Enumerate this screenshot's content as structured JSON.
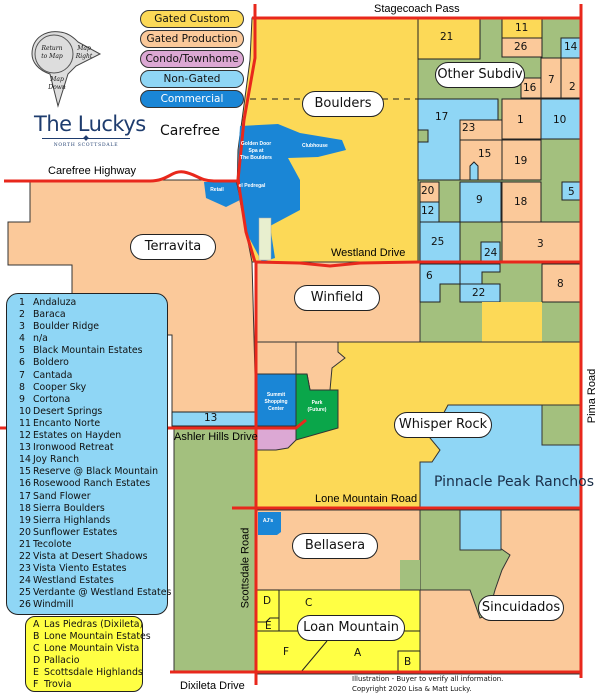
{
  "colors": {
    "gated_custom": "#fcd957",
    "gated_production": "#fbc99a",
    "condo_townhome": "#dca8d4",
    "non_gated": "#8fd6f5",
    "commercial": "#1a86d6",
    "open_land": "#a3c07e",
    "park": "#0aa64a",
    "lettered_area": "#ffff44",
    "road": "#e8281c"
  },
  "legend": {
    "categories": [
      {
        "label": "Gated Custom",
        "color": "#fcd957",
        "text_color": "#111111"
      },
      {
        "label": "Gated Production",
        "color": "#fbc99a",
        "text_color": "#111111"
      },
      {
        "label": "Condo/Townhome",
        "color": "#dca8d4",
        "text_color": "#111111"
      },
      {
        "label": "Non-Gated",
        "color": "#8fd6f5",
        "text_color": "#111111"
      },
      {
        "label": "Commercial",
        "color": "#1a86d6",
        "text_color": "#ffffff"
      }
    ]
  },
  "nav_dial": {
    "return": "Return",
    "to_map": "to Map",
    "map_right_1": "Map",
    "map_right_2": "Right",
    "map_down_1": "Map",
    "map_down_2": "Down"
  },
  "logo": {
    "name": "The Luckys",
    "subtitle": "NORTH SCOTTSDALE"
  },
  "places": {
    "carefree": "Carefree"
  },
  "roads": {
    "stagecoach_pass": "Stagecoach Pass",
    "carefree_highway": "Carefree Highway",
    "westland_drive": "Westland Drive",
    "ashler_hills_drive": "Ashler Hills Drive",
    "lone_mountain_road": "Lone Mountain Road",
    "scottsdale_road": "Scottsdale Road",
    "dixileta_drive": "Dixileta Drive",
    "pima_road": "Pima Road"
  },
  "communities": {
    "boulders": "Boulders",
    "other_subdiv": "Other Subdiv",
    "terravita": "Terravita",
    "winfield": "Winfield",
    "whisper_rock": "Whisper Rock",
    "pinnacle_peak_ranchos": "Pinnacle Peak Ranchos",
    "bellasera": "Bellasera",
    "sincuidados": "Sincuidados",
    "loan_mountain": "Loan Mountain"
  },
  "commercial_labels": {
    "golden_door_1": "Golden Door",
    "golden_door_2": "Spa at",
    "golden_door_3": "The Boulders",
    "clubhouse": "Clubhouse",
    "el_pedregal": "el Pedregal",
    "retail": "Retail",
    "summit_1": "Summit",
    "summit_2": "Shopping",
    "summit_3": "Center",
    "park_1": "Park",
    "park_2": "(Future)",
    "aj": "AJ's"
  },
  "parcels": {
    "p1": "1",
    "p2": "2",
    "p3": "3",
    "p5": "5",
    "p6": "6",
    "p7": "7",
    "p8": "8",
    "p9": "9",
    "p10": "10",
    "p11": "11",
    "p12": "12",
    "p13": "13",
    "p14": "14",
    "p15": "15",
    "p16": "16",
    "p17": "17",
    "p18": "18",
    "p19": "19",
    "p20": "20",
    "p21": "21",
    "p22": "22",
    "p23": "23",
    "p24": "24",
    "p25": "25",
    "p26": "26",
    "pA": "A",
    "pB": "B",
    "pC": "C",
    "pD": "D",
    "pE": "E",
    "pF": "F"
  },
  "numbered_list": [
    {
      "num": "1",
      "name": "Andaluza"
    },
    {
      "num": "2",
      "name": "Baraca"
    },
    {
      "num": "3",
      "name": "Boulder Ridge"
    },
    {
      "num": "4",
      "name": "n/a"
    },
    {
      "num": "5",
      "name": "Black Mountain Estates"
    },
    {
      "num": "6",
      "name": "Boldero"
    },
    {
      "num": "7",
      "name": "Cantada"
    },
    {
      "num": "8",
      "name": "Cooper Sky"
    },
    {
      "num": "9",
      "name": "Cortona"
    },
    {
      "num": "10",
      "name": "Desert Springs"
    },
    {
      "num": "11",
      "name": "Encanto Norte"
    },
    {
      "num": "12",
      "name": "Estates on Hayden"
    },
    {
      "num": "13",
      "name": "Ironwood Retreat"
    },
    {
      "num": "14",
      "name": "Joy Ranch"
    },
    {
      "num": "15",
      "name": "Reserve @ Black Mountain"
    },
    {
      "num": "16",
      "name": "Rosewood Ranch Estates"
    },
    {
      "num": "17",
      "name": "Sand Flower"
    },
    {
      "num": "18",
      "name": "Sierra Boulders"
    },
    {
      "num": "19",
      "name": "Sierra Highlands"
    },
    {
      "num": "20",
      "name": "Sunflower Estates"
    },
    {
      "num": "21",
      "name": "Tecolote"
    },
    {
      "num": "22",
      "name": "Vista at Desert Shadows"
    },
    {
      "num": "23",
      "name": "Vista Viento Estates"
    },
    {
      "num": "24",
      "name": "Westland Estates"
    },
    {
      "num": "25",
      "name": "Verdante @ Westland Estates"
    },
    {
      "num": "26",
      "name": "Windmill"
    }
  ],
  "lettered_list": [
    {
      "letter": "A",
      "name": "Las Piedras (Dixileta)"
    },
    {
      "letter": "B",
      "name": "Lone Mountain Estates"
    },
    {
      "letter": "C",
      "name": "Lone Mountain Vista"
    },
    {
      "letter": "D",
      "name": "Pallacio"
    },
    {
      "letter": "E",
      "name": "Scottsdale Highlands"
    },
    {
      "letter": "F",
      "name": "Trovia"
    }
  ],
  "footer": {
    "line1": "Illustration - Buyer to verify all information.",
    "line2": "Copyright 2020 Lisa & Matt Lucky."
  }
}
